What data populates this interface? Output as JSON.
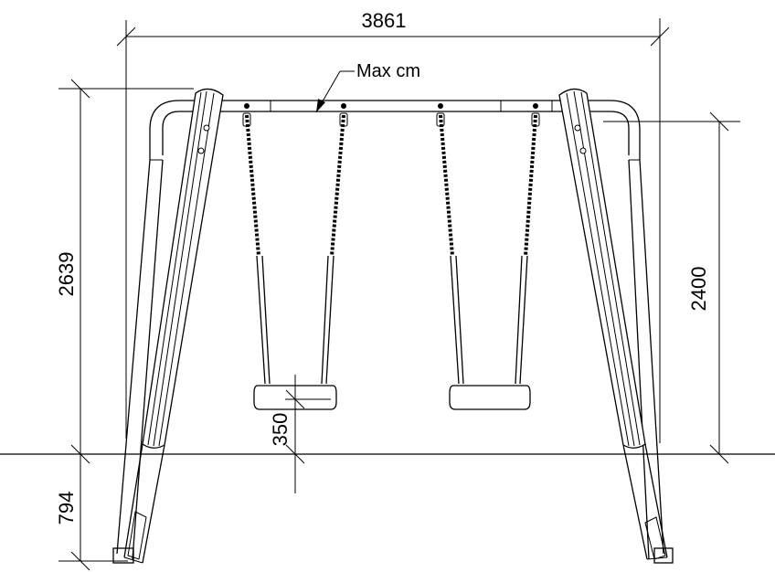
{
  "dimensions": {
    "overall_width": "3861",
    "total_height": "2639",
    "beam_height": "2400",
    "seat_height": "350",
    "foundation_depth": "794"
  },
  "annotation": {
    "beam_label": "Max cm"
  }
}
